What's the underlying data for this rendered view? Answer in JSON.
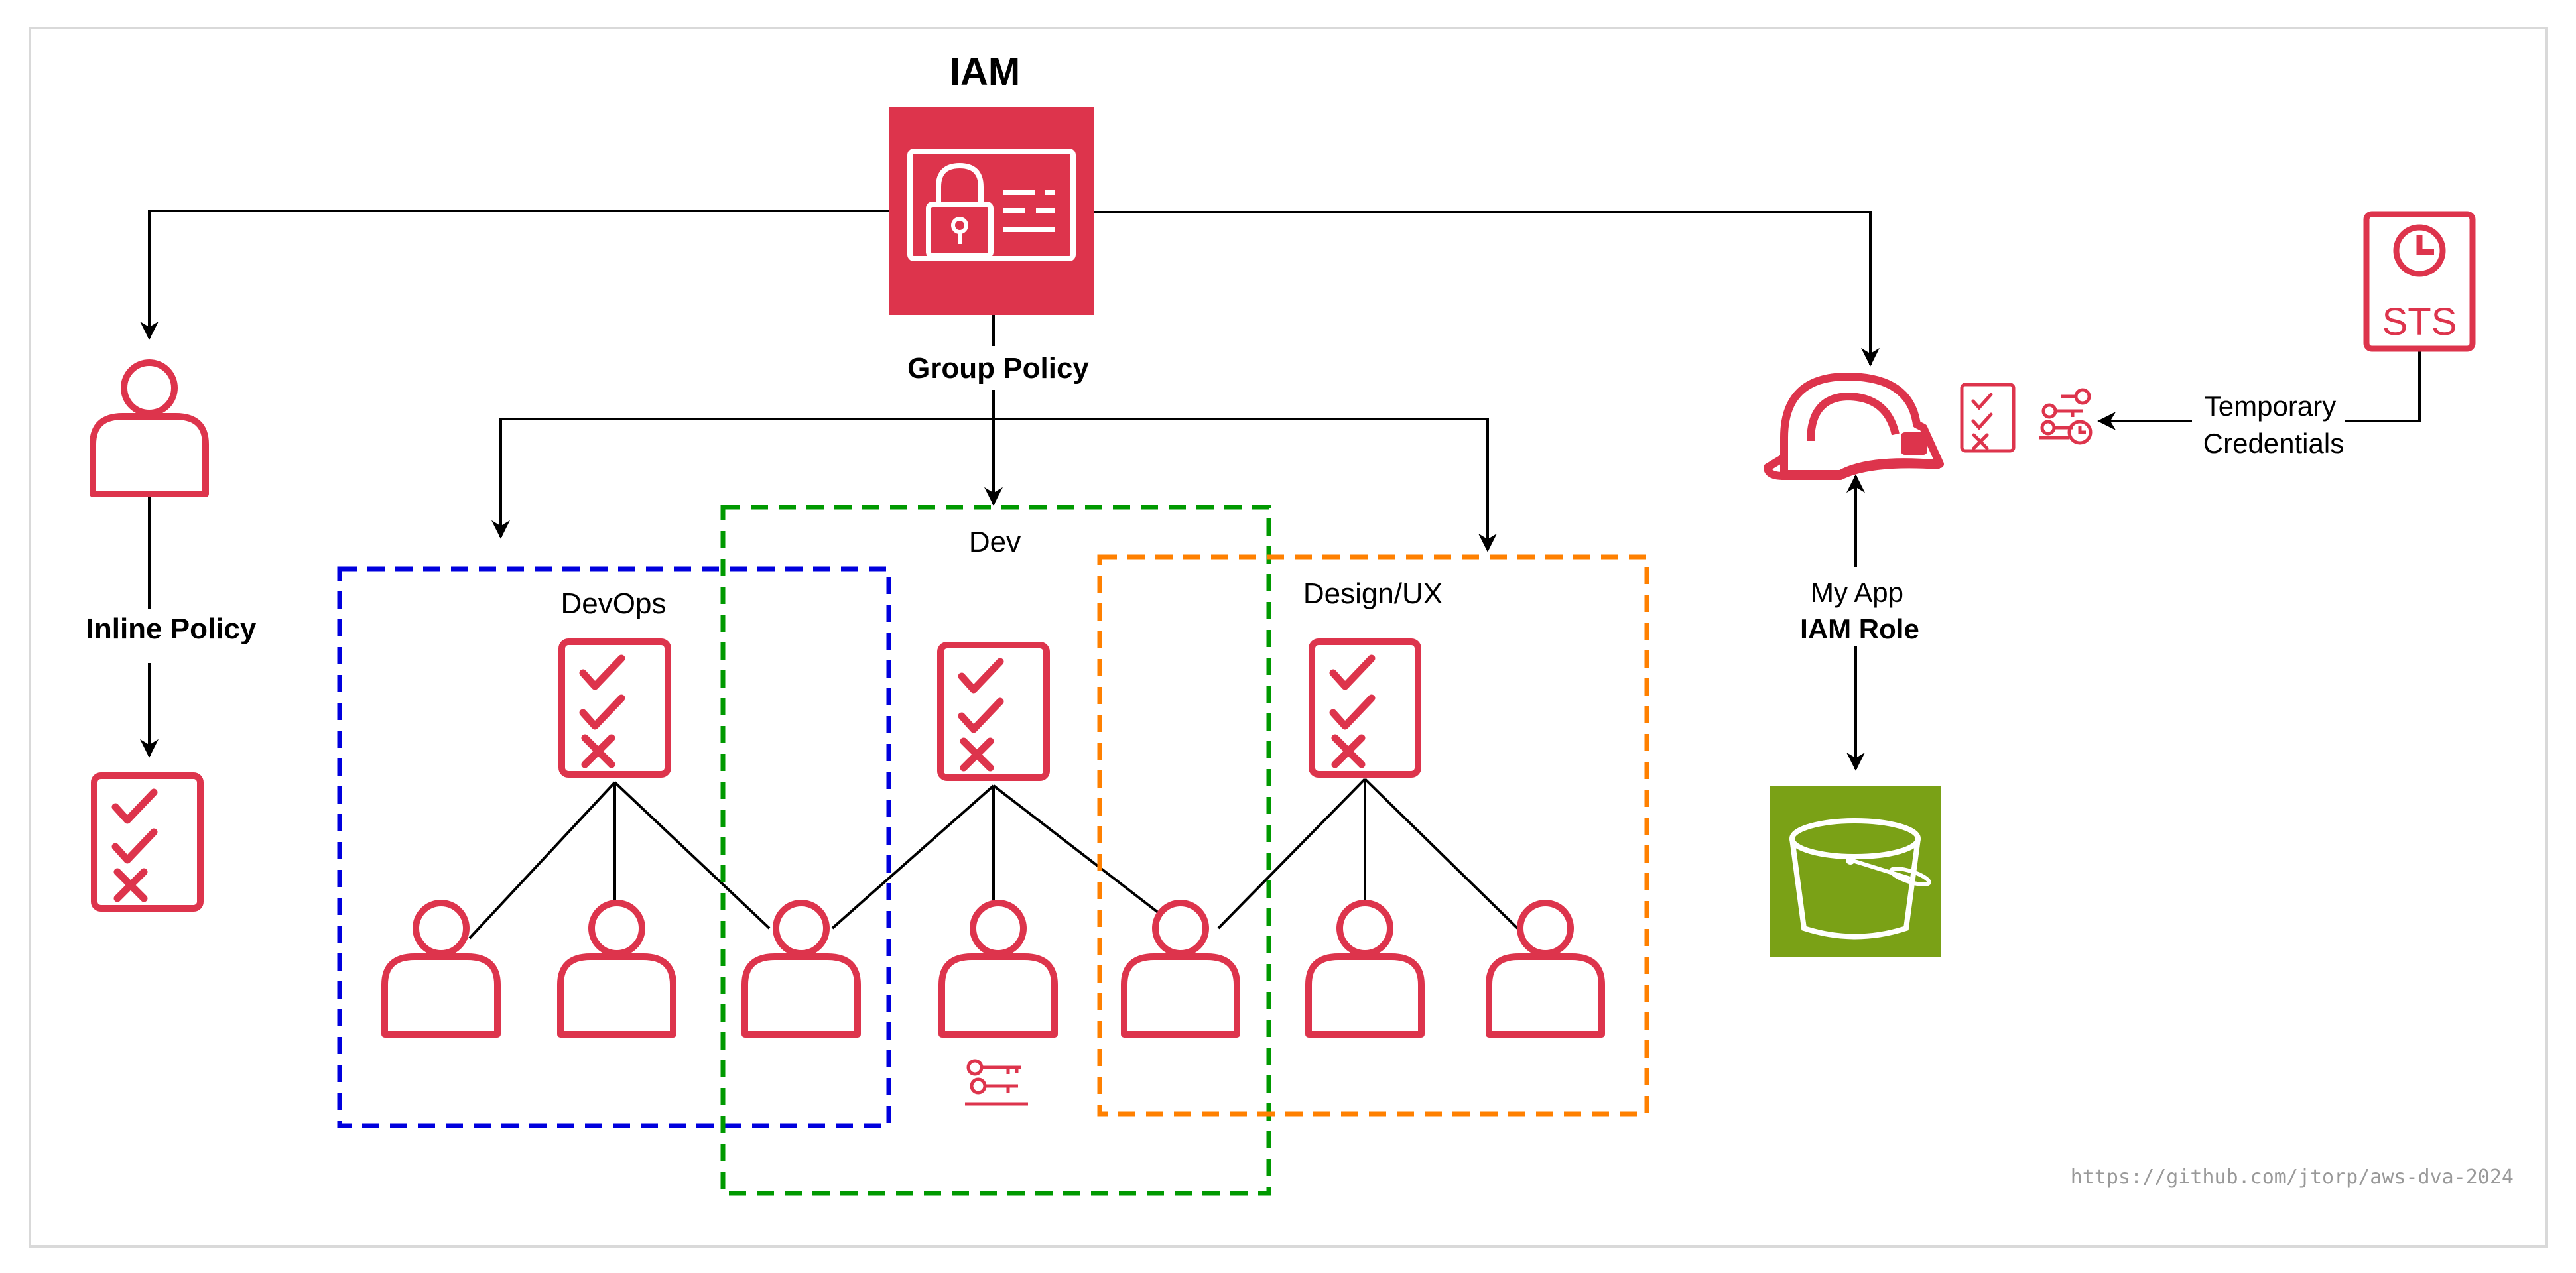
{
  "title": "IAM",
  "labels": {
    "group_policy": "Group Policy",
    "inline_policy": "Inline Policy",
    "temporary_credentials_line1": "Temporary",
    "temporary_credentials_line2": "Credentials",
    "my_app": "My App",
    "iam_role": "IAM Role",
    "sts": "STS"
  },
  "groups": [
    {
      "name": "DevOps",
      "color": "#0000dd"
    },
    {
      "name": "Dev",
      "color": "#009900"
    },
    {
      "name": "Design/UX",
      "color": "#ff8000"
    }
  ],
  "colors": {
    "aws_red": "#dd344c",
    "s3_green": "#7aa116",
    "connector": "#000000"
  },
  "footer": "https://github.com/jtorp/aws-dva-2024"
}
